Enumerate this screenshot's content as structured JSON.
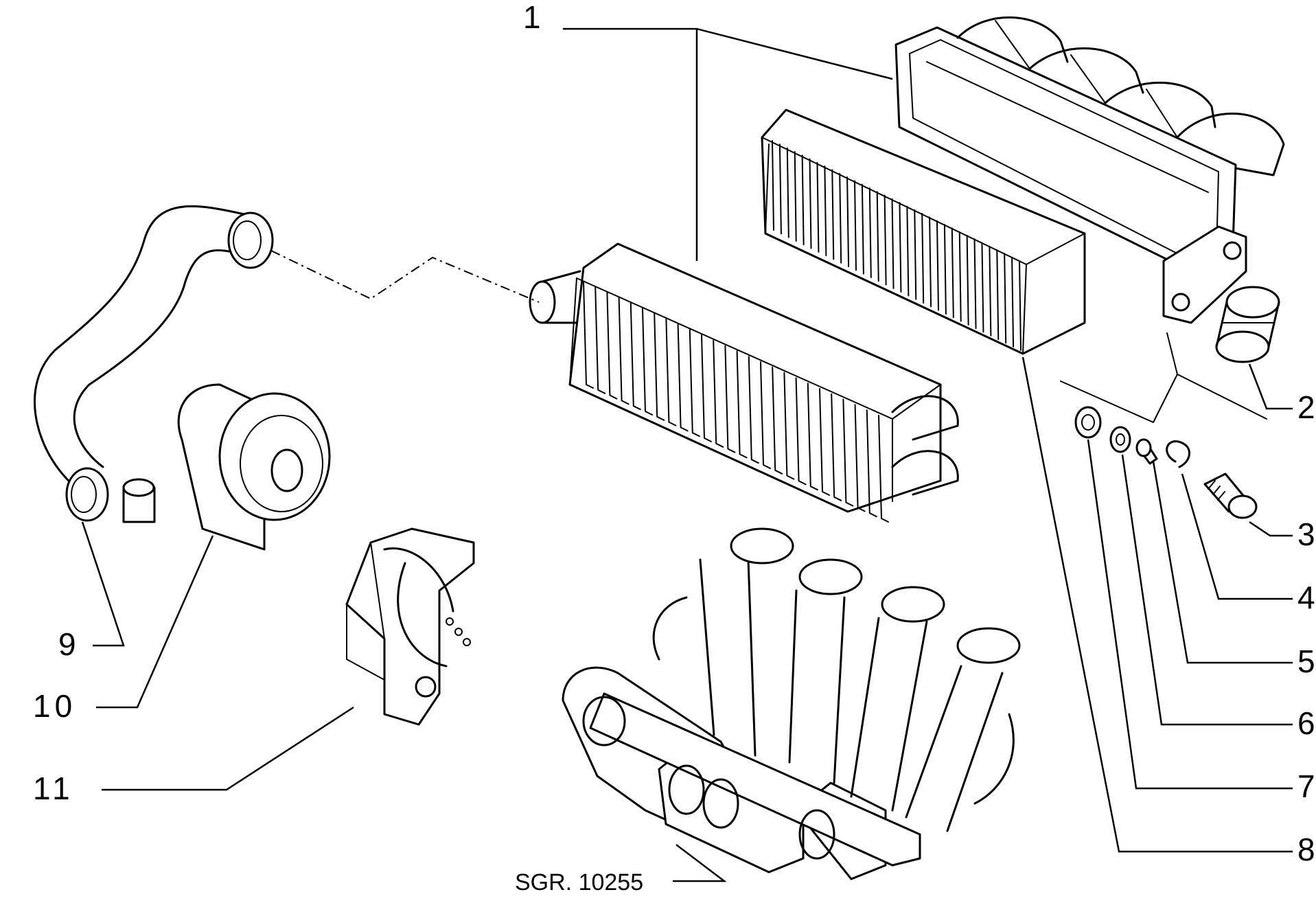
{
  "diagram": {
    "reference": "SGR. 10255",
    "callouts": [
      {
        "id": "1",
        "label": "1"
      },
      {
        "id": "2",
        "label": "2"
      },
      {
        "id": "3",
        "label": "3"
      },
      {
        "id": "4",
        "label": "4"
      },
      {
        "id": "5",
        "label": "5"
      },
      {
        "id": "6",
        "label": "6"
      },
      {
        "id": "7",
        "label": "7"
      },
      {
        "id": "8",
        "label": "8"
      },
      {
        "id": "9",
        "label": "9"
      },
      {
        "id": "10",
        "label": "10"
      },
      {
        "id": "11",
        "label": "11"
      }
    ]
  }
}
